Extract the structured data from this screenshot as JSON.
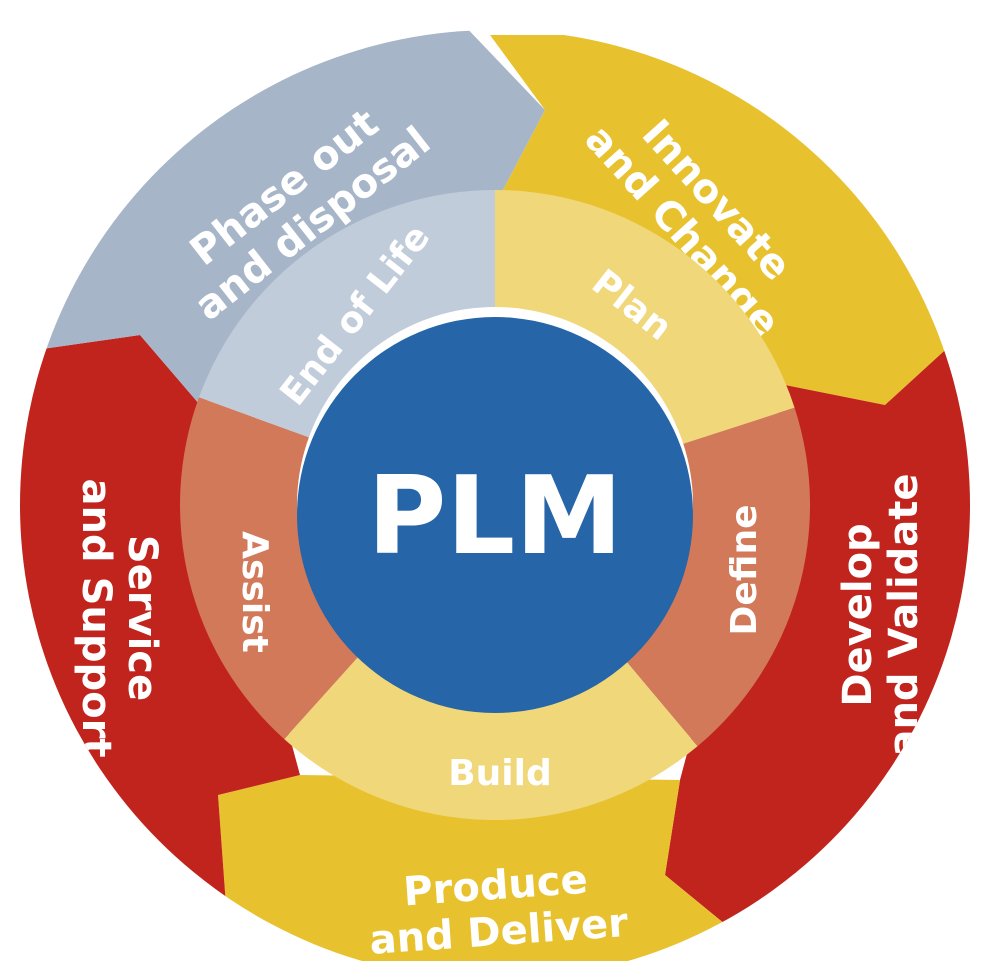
{
  "center": {
    "label": "PLM",
    "color": "#2565a8",
    "text_color": "#ffffff"
  },
  "outer_segments": [
    {
      "label_lines": [
        "Innovate",
        "and Change"
      ],
      "color": "#e8c22e"
    },
    {
      "label_lines": [
        "Develop",
        "and Validate"
      ],
      "color": "#c1231d"
    },
    {
      "label_lines": [
        "Produce",
        "and Deliver"
      ],
      "color": "#e8c22e"
    },
    {
      "label_lines": [
        "Service",
        "and Support"
      ],
      "color": "#c1231d"
    },
    {
      "label_lines": [
        "Phase out",
        "and disposal"
      ],
      "color": "#a6b5c8"
    }
  ],
  "inner_segments": [
    {
      "label": "Plan",
      "color": "#f0d779"
    },
    {
      "label": "Define",
      "color": "#d2795a"
    },
    {
      "label": "Build",
      "color": "#f0d779"
    },
    {
      "label": "Assist",
      "color": "#d2795a"
    },
    {
      "label": "End of Life",
      "color": "#c1ccda"
    }
  ],
  "text_color": "#ffffff"
}
